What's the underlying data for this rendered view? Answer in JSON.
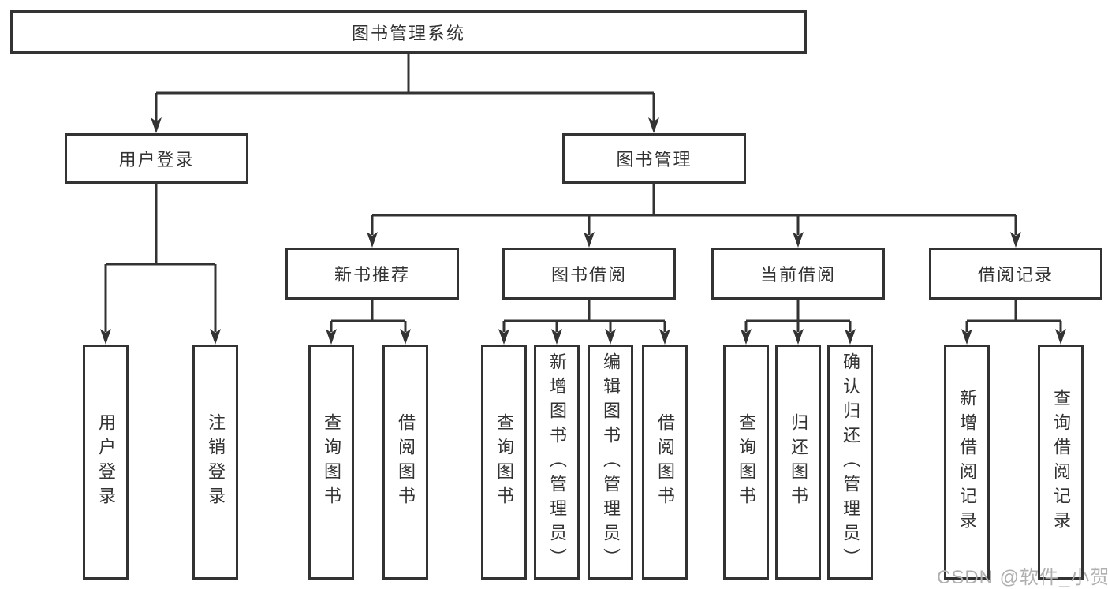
{
  "diagram": {
    "colors": {
      "line": "#333333",
      "background": "#ffffff",
      "watermark": "#b0b0b0"
    },
    "watermark": {
      "text": "CSDN @软件_小贺同学"
    },
    "tree": {
      "label": "图书管理系统",
      "children": [
        {
          "label": "用户登录",
          "children": [
            {
              "label": "用户登录"
            },
            {
              "label": "注销登录"
            }
          ]
        },
        {
          "label": "图书管理",
          "children": [
            {
              "label": "新书推荐",
              "children": [
                {
                  "label": "查询图书"
                },
                {
                  "label": "借阅图书"
                }
              ]
            },
            {
              "label": "图书借阅",
              "children": [
                {
                  "label": "查询图书"
                },
                {
                  "label": "新增图书（管理员）"
                },
                {
                  "label": "编辑图书（管理员）"
                },
                {
                  "label": "借阅图书"
                }
              ]
            },
            {
              "label": "当前借阅",
              "children": [
                {
                  "label": "查询图书"
                },
                {
                  "label": "归还图书"
                },
                {
                  "label": "确认归还（管理员）"
                }
              ]
            },
            {
              "label": "借阅记录",
              "children": [
                {
                  "label": "新增借阅记录"
                },
                {
                  "label": "查询借阅记录"
                }
              ]
            }
          ]
        }
      ]
    }
  }
}
